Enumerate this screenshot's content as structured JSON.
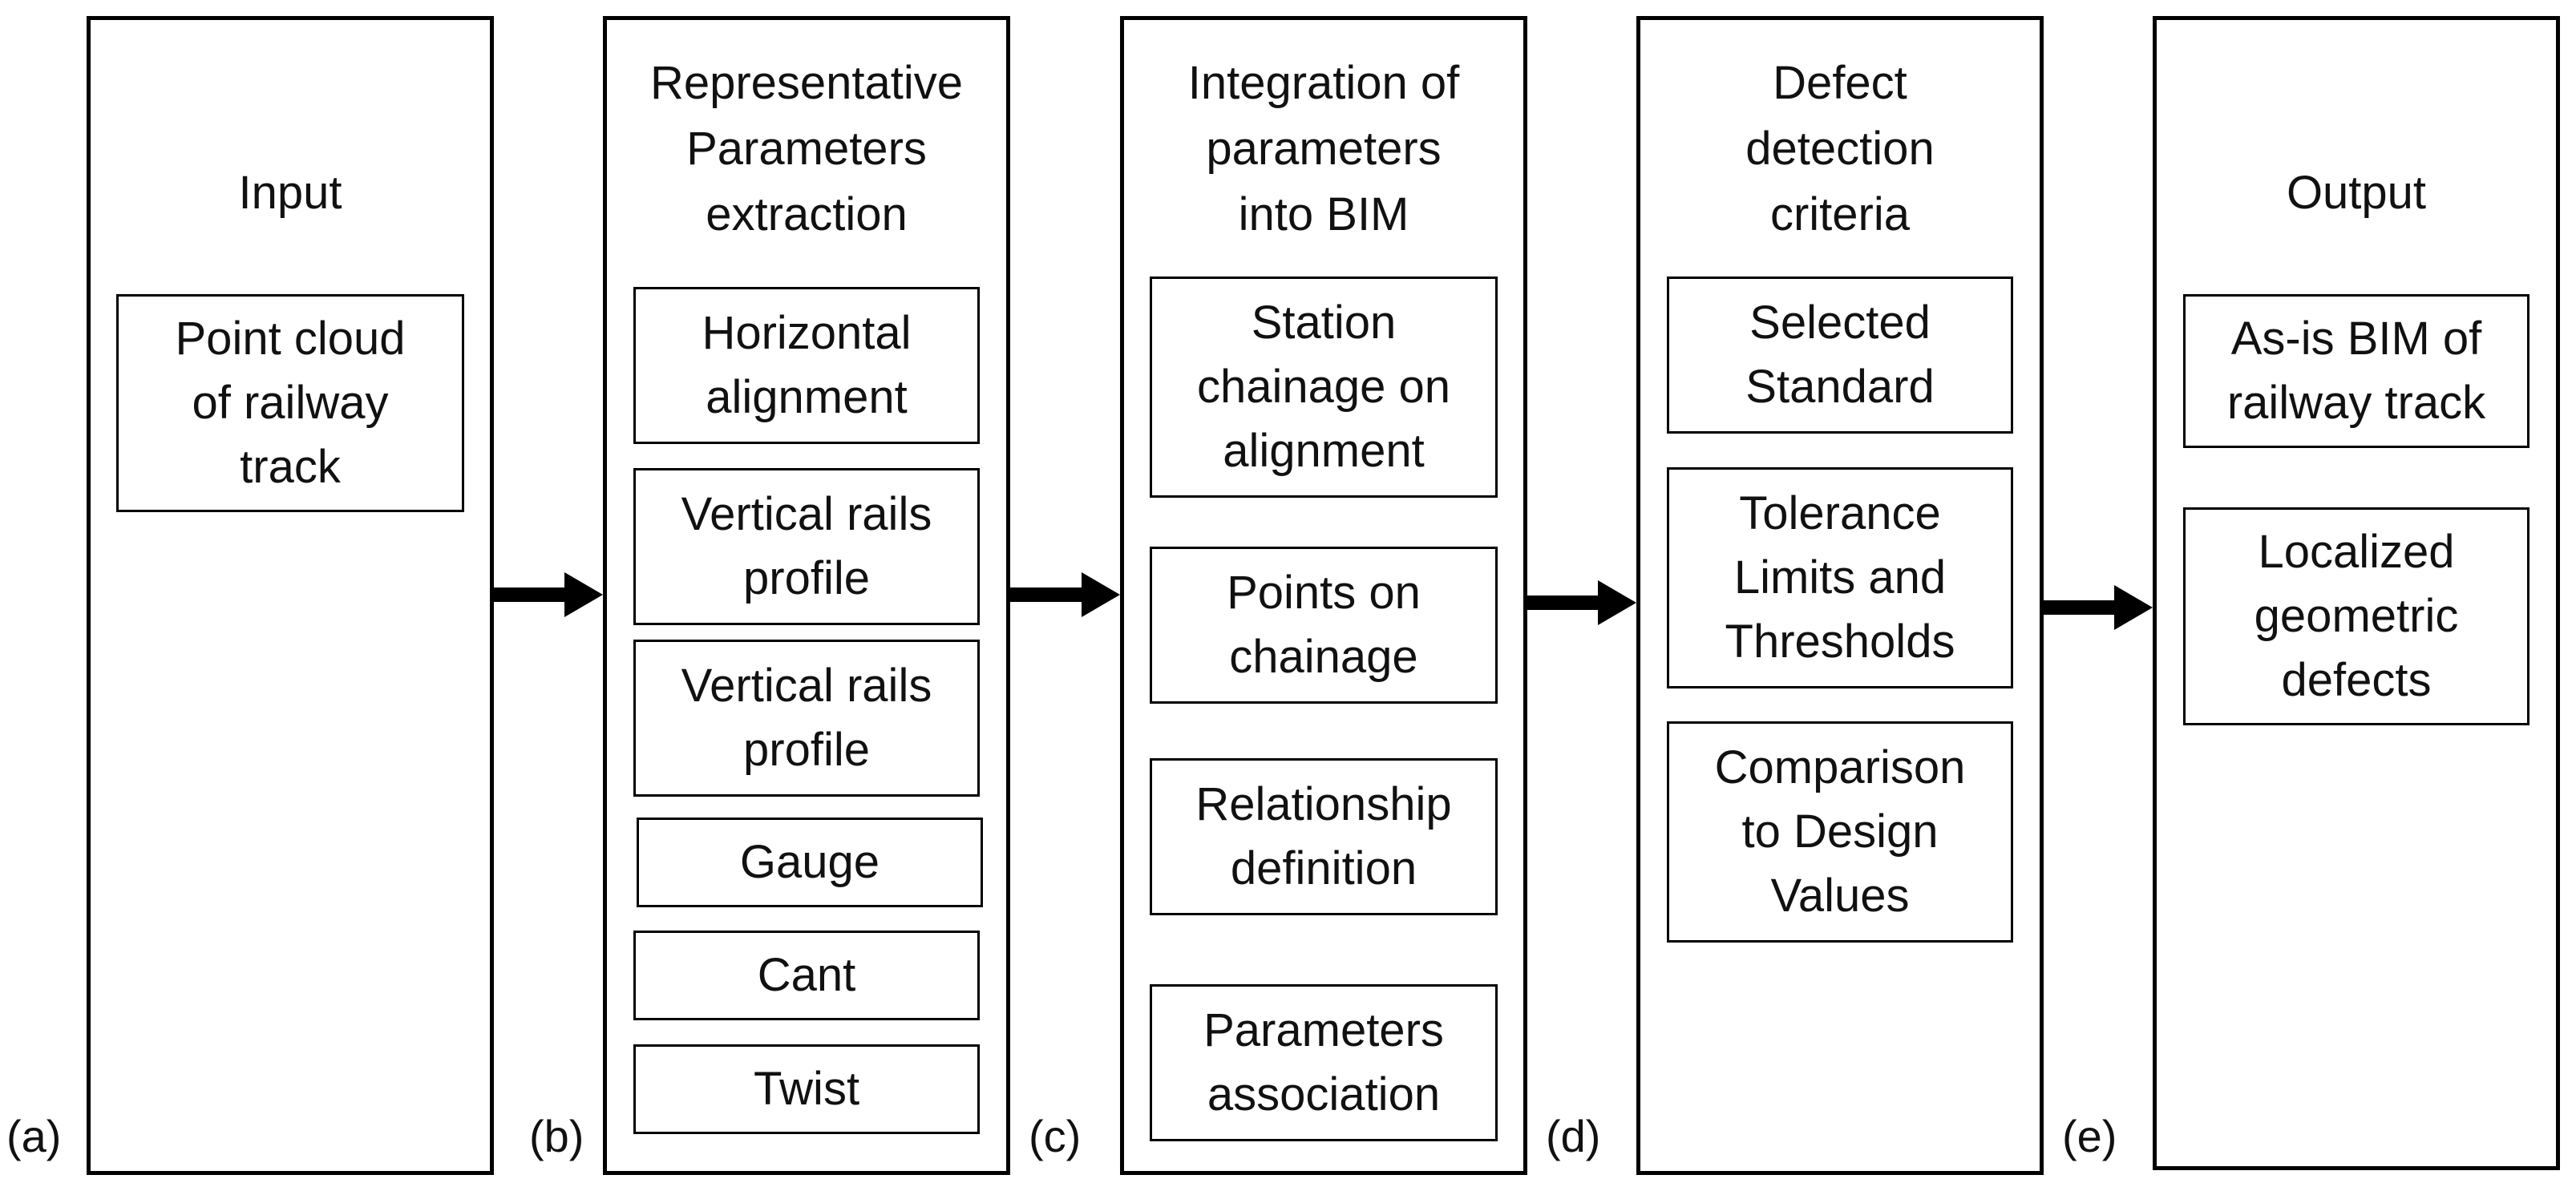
{
  "columns": [
    {
      "title": "Input",
      "tag": "(a)",
      "items": [
        "Point cloud\nof railway\ntrack"
      ]
    },
    {
      "title": "Representative\nParameters\nextraction",
      "tag": "(b)",
      "items": [
        "Horizontal\nalignment",
        "Vertical rails\nprofile",
        "Vertical rails\nprofile",
        "Gauge",
        "Cant",
        "Twist"
      ]
    },
    {
      "title": "Integration of\nparameters\ninto BIM",
      "tag": "(c)",
      "items": [
        "Station\nchainage on\nalignment",
        "Points on\nchainage",
        "Relationship\ndefinition",
        "Parameters\nassociation"
      ]
    },
    {
      "title": "Defect\ndetection\ncriteria",
      "tag": "(d)",
      "items": [
        "Selected\nStandard",
        "Tolerance\nLimits and\nThresholds",
        "Comparison\nto Design\nValues"
      ]
    },
    {
      "title": "Output",
      "tag": "(e)",
      "items": [
        "As-is BIM of\nrailway track",
        "Localized\ngeometric\ndefects"
      ]
    }
  ]
}
